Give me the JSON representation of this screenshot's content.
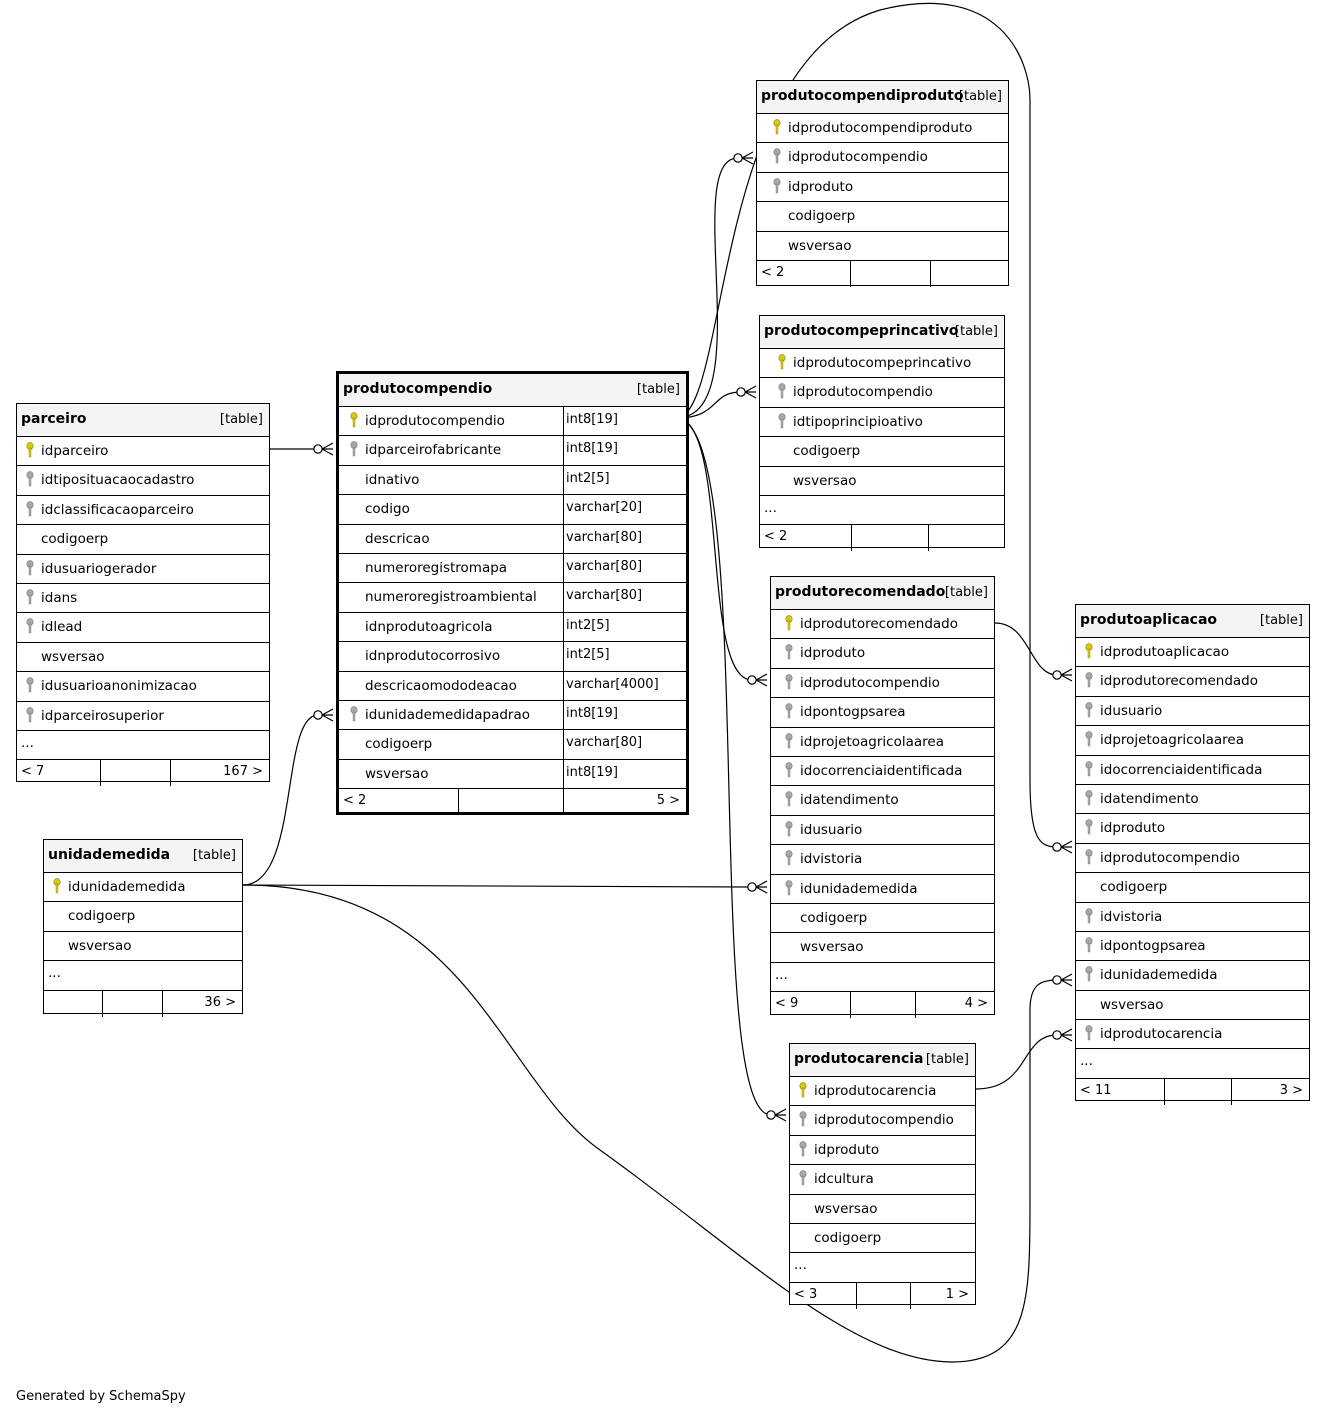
{
  "footer": "Generated by SchemaSpy",
  "colors": {
    "pk": "#d9c90a",
    "fk": "#a8a8a8",
    "header_bg": "#f4f4f4"
  },
  "tables": [
    {
      "id": "produtocompendiproduto",
      "name": "produtocompendiproduto",
      "type": "[table]",
      "columns": [
        {
          "name": "idprodutocompendiproduto",
          "key": "pk"
        },
        {
          "name": "idprodutocompendio",
          "key": "fk"
        },
        {
          "name": "idproduto",
          "key": "fk"
        },
        {
          "name": "codigoerp",
          "key": ""
        },
        {
          "name": "wsversao",
          "key": ""
        }
      ],
      "more": "",
      "foot": [
        "< 2",
        "",
        ""
      ]
    },
    {
      "id": "produtocompeprincativo",
      "name": "produtocompeprincativo",
      "type": "[table]",
      "columns": [
        {
          "name": "idprodutocompeprincativo",
          "key": "pk"
        },
        {
          "name": "idprodutocompendio",
          "key": "fk"
        },
        {
          "name": "idtipoprincipioativo",
          "key": "fk"
        },
        {
          "name": "codigoerp",
          "key": ""
        },
        {
          "name": "wsversao",
          "key": ""
        }
      ],
      "more": "...",
      "foot": [
        "< 2",
        "",
        ""
      ]
    },
    {
      "id": "parceiro",
      "name": "parceiro",
      "type": "[table]",
      "columns": [
        {
          "name": "idparceiro",
          "key": "pk"
        },
        {
          "name": "idtipositua​caocadastro",
          "key": "fk"
        },
        {
          "name": "idclassificacaoparceiro",
          "key": "fk"
        },
        {
          "name": "codigoerp",
          "key": ""
        },
        {
          "name": "idusuariogerador",
          "key": "fk"
        },
        {
          "name": "idans",
          "key": "fk"
        },
        {
          "name": "idlead",
          "key": "fk"
        },
        {
          "name": "wsversao",
          "key": ""
        },
        {
          "name": "idusuarioanonimizacao",
          "key": "fk"
        },
        {
          "name": "idparceirosuperior",
          "key": "fk"
        }
      ],
      "more": "...",
      "foot": [
        "< 7",
        "",
        "167 >"
      ]
    },
    {
      "id": "produtocompendio",
      "name": "produtocompendio",
      "type": "[table]",
      "columns": [
        {
          "name": "idprodutocompendio",
          "key": "pk",
          "dtype": "int8[19]"
        },
        {
          "name": "idparceirofabricante",
          "key": "fk",
          "dtype": "int8[19]"
        },
        {
          "name": "idnativo",
          "key": "",
          "dtype": "int2[5]"
        },
        {
          "name": "codigo",
          "key": "",
          "dtype": "varchar[20]"
        },
        {
          "name": "descricao",
          "key": "",
          "dtype": "varchar[80]"
        },
        {
          "name": "numeroregistromapa",
          "key": "",
          "dtype": "varchar[80]"
        },
        {
          "name": "numeroregistroambiental",
          "key": "",
          "dtype": "varchar[80]"
        },
        {
          "name": "idnprodutoagricola",
          "key": "",
          "dtype": "int2[5]"
        },
        {
          "name": "idnprodutocorrosivo",
          "key": "",
          "dtype": "int2[5]"
        },
        {
          "name": "descricaomododeacao",
          "key": "",
          "dtype": "varchar[4000]"
        },
        {
          "name": "idunidademedidapadrao",
          "key": "fk",
          "dtype": "int8[19]"
        },
        {
          "name": "codigoerp",
          "key": "",
          "dtype": "varchar[80]"
        },
        {
          "name": "wsversao",
          "key": "",
          "dtype": "int8[19]"
        }
      ],
      "more": "",
      "foot": [
        "< 2",
        "",
        "5 >"
      ]
    },
    {
      "id": "produtorecomendado",
      "name": "produtorecomendado",
      "type": "[table]",
      "columns": [
        {
          "name": "idprodutorecomendado",
          "key": "pk"
        },
        {
          "name": "idproduto",
          "key": "fk"
        },
        {
          "name": "idprodutocompendio",
          "key": "fk"
        },
        {
          "name": "idpontogpsarea",
          "key": "fk"
        },
        {
          "name": "idprojetoagricolaarea",
          "key": "fk"
        },
        {
          "name": "idocorrenciaidentificada",
          "key": "fk"
        },
        {
          "name": "idatendimento",
          "key": "fk"
        },
        {
          "name": "idusuario",
          "key": "fk"
        },
        {
          "name": "idvistoria",
          "key": "fk"
        },
        {
          "name": "idunidademedida",
          "key": "fk"
        },
        {
          "name": "codigoerp",
          "key": ""
        },
        {
          "name": "wsversao",
          "key": ""
        }
      ],
      "more": "...",
      "foot": [
        "< 9",
        "",
        "4 >"
      ]
    },
    {
      "id": "produtoaplicacao",
      "name": "produtoaplicacao",
      "type": "[table]",
      "columns": [
        {
          "name": "idprodutoaplicacao",
          "key": "pk"
        },
        {
          "name": "idprodutorecomendado",
          "key": "fk"
        },
        {
          "name": "idusuario",
          "key": "fk"
        },
        {
          "name": "idprojetoagricolaarea",
          "key": "fk"
        },
        {
          "name": "idocorrenciaidentificada",
          "key": "fk"
        },
        {
          "name": "idatendimento",
          "key": "fk"
        },
        {
          "name": "idproduto",
          "key": "fk"
        },
        {
          "name": "idprodutocompendio",
          "key": "fk"
        },
        {
          "name": "codigoerp",
          "key": ""
        },
        {
          "name": "idvistoria",
          "key": "fk"
        },
        {
          "name": "idpontogpsarea",
          "key": "fk"
        },
        {
          "name": "idunidademedida",
          "key": "fk"
        },
        {
          "name": "wsversao",
          "key": ""
        },
        {
          "name": "idprodutocarencia",
          "key": "fk"
        }
      ],
      "more": "...",
      "foot": [
        "< 11",
        "",
        "3 >"
      ]
    },
    {
      "id": "unidademedida",
      "name": "unidademedida",
      "type": "[table]",
      "columns": [
        {
          "name": "idunidademedida",
          "key": "pk"
        },
        {
          "name": "codigoerp",
          "key": ""
        },
        {
          "name": "wsversao",
          "key": ""
        }
      ],
      "more": "...",
      "foot": [
        "",
        "",
        "36 >"
      ]
    },
    {
      "id": "produtocarencia",
      "name": "produtocarencia",
      "type": "[table]",
      "columns": [
        {
          "name": "idprodutocarencia",
          "key": "pk"
        },
        {
          "name": "idprodutocompendio",
          "key": "fk"
        },
        {
          "name": "idproduto",
          "key": "fk"
        },
        {
          "name": "idcultura",
          "key": "fk"
        },
        {
          "name": "wsversao",
          "key": ""
        },
        {
          "name": "codigoerp",
          "key": ""
        }
      ],
      "more": "...",
      "foot": [
        "< 3",
        "",
        "1 >"
      ]
    }
  ]
}
